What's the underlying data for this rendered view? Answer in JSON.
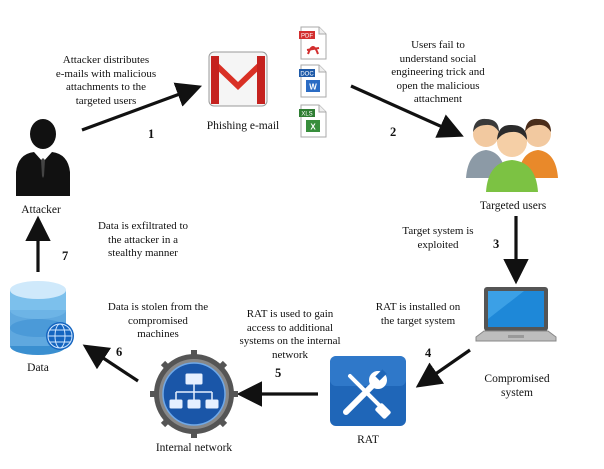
{
  "nodes": {
    "attacker": "Attacker",
    "phishing": "Phishing e-mail",
    "targeted": "Targeted users",
    "compromised": [
      "Compromised",
      "system"
    ],
    "rat": "RAT",
    "network": "Internal network",
    "data": "Data"
  },
  "files": {
    "pdf": "PDF",
    "doc": "DOC",
    "xls": "XLS"
  },
  "steps": [
    {
      "num": "1",
      "lines": [
        "Attacker distributes",
        "e-mails with malicious",
        "attachments to the",
        "targeted users"
      ]
    },
    {
      "num": "2",
      "lines": [
        "Users fail to",
        "understand social",
        "engineering trick and",
        "open the malicious",
        "attachment"
      ]
    },
    {
      "num": "3",
      "lines": [
        "Target system is",
        "exploited"
      ]
    },
    {
      "num": "4",
      "lines": [
        "RAT is installed on",
        "the target system"
      ]
    },
    {
      "num": "5",
      "lines": [
        "RAT is used to gain",
        "access to additional",
        "systems on the internal",
        "network"
      ]
    },
    {
      "num": "6",
      "lines": [
        "Data is stolen from the",
        "compromised",
        "machines"
      ]
    },
    {
      "num": "7",
      "lines": [
        "Data is exfiltrated to",
        "the attacker in a",
        "stealthy manner"
      ]
    }
  ],
  "colors": {
    "arrow": "#111111",
    "gmail_red": "#d93025",
    "rat_blue": "#1f66b8",
    "network_blue": "#1a56a8",
    "data_blue": "#5fa8df"
  }
}
